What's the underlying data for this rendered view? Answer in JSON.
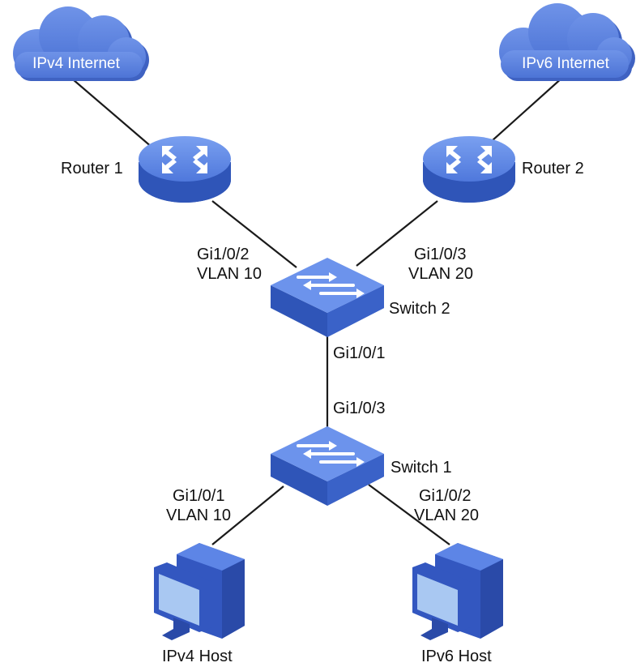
{
  "clouds": {
    "ipv4": {
      "label": "IPv4 Internet"
    },
    "ipv6": {
      "label": "IPv6 Internet"
    }
  },
  "routers": {
    "router1": {
      "label": "Router 1"
    },
    "router2": {
      "label": "Router 2"
    }
  },
  "switches": {
    "switch2": {
      "label": "Switch 2"
    },
    "switch1": {
      "label": "Switch 1"
    }
  },
  "hosts": {
    "ipv4": {
      "label": "IPv4 Host"
    },
    "ipv6": {
      "label": "IPv6 Host"
    }
  },
  "ports": {
    "sw2_to_r1": {
      "port": "Gi1/0/2",
      "vlan": "VLAN 10"
    },
    "sw2_to_r2": {
      "port": "Gi1/0/3",
      "vlan": "VLAN 20"
    },
    "sw2_down": {
      "port": "Gi1/0/1"
    },
    "sw1_up": {
      "port": "Gi1/0/3"
    },
    "sw1_to_h4": {
      "port": "Gi1/0/1",
      "vlan": "VLAN 10"
    },
    "sw1_to_h6": {
      "port": "Gi1/0/2",
      "vlan": "VLAN 20"
    }
  },
  "colors": {
    "device_blue": "#4a72d6",
    "cloud_blue": "#5a82e0",
    "host_screen": "#a9c8f2",
    "line": "#1a1a1a"
  }
}
